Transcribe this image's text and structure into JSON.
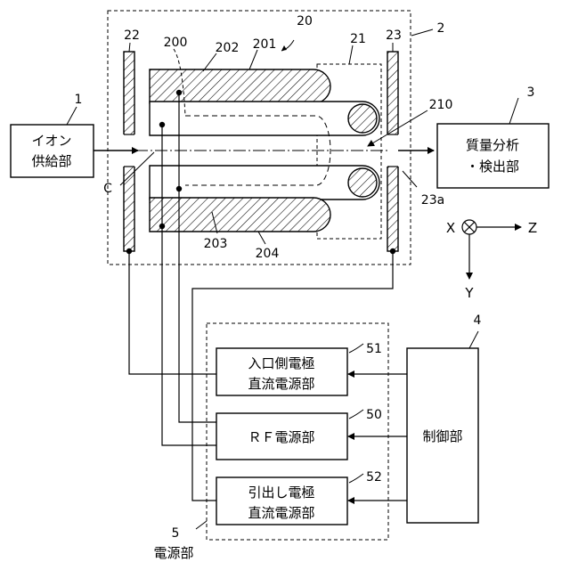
{
  "boxes": {
    "ion_supply": [
      "イオン",
      "供給部"
    ],
    "mass_analysis": [
      "質量分析",
      "・検出部"
    ],
    "control": "制御部",
    "entrance_dc": [
      "入口側電極",
      "直流電源部"
    ],
    "rf": "ＲＦ電源部",
    "extraction_dc": [
      "引出し電極",
      "直流電源部"
    ],
    "power_supply": "電源部"
  },
  "refs": {
    "r1": "1",
    "r2": "2",
    "r3": "3",
    "r4": "4",
    "r5": "5",
    "r20": "20",
    "r21": "21",
    "r22": "22",
    "r23": "23",
    "r23a": "23a",
    "r50": "50",
    "r51": "51",
    "r52": "52",
    "r200": "200",
    "r201": "201",
    "r202": "202",
    "r203": "203",
    "r204": "204",
    "r210": "210",
    "rC": "C"
  },
  "axes": {
    "x": "X",
    "y": "Y",
    "z": "Z"
  }
}
